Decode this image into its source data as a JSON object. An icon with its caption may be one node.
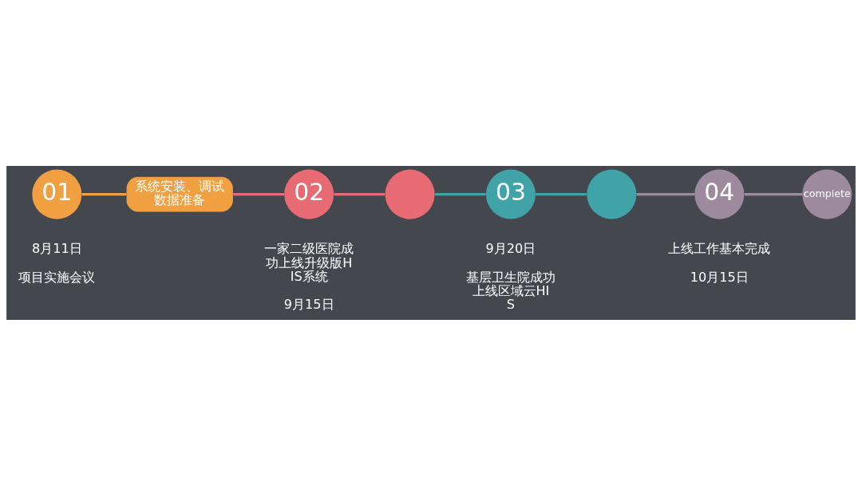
{
  "diagram": {
    "nodes": [
      {
        "text": [
          "01"
        ],
        "beside": [
          "8月11日",
          "项目实施会议"
        ]
      },
      {
        "text": [
          "系统安装、调试数据准备"
        ]
      },
      {
        "text": [
          "02"
        ],
        "beside": [
          "一家二级医院成功上线升级版HIS系统",
          "9月15日"
        ]
      },
      {
        "text": [],
        "shape": "circle"
      },
      {
        "text": [
          "03"
        ],
        "beside": [
          "9月20日",
          "基层卫生院成功上线区域云HIS"
        ]
      },
      {
        "text": [],
        "shape": "circle"
      },
      {
        "text": [
          "04"
        ],
        "beside": [
          "上线工作基本完成",
          "10月15日"
        ]
      },
      {
        "text": [
          "complete"
        ]
      }
    ],
    "edges": [
      {
        "from": 0,
        "to": 1,
        "arrow": "none",
        "color": "#f0a040"
      },
      {
        "from": 1,
        "to": 2,
        "arrow": "none",
        "color": "#e86a72"
      },
      {
        "from": 2,
        "to": 3,
        "arrow": "none",
        "color": "#e86a72"
      },
      {
        "from": 3,
        "to": 4,
        "arrow": "none",
        "color": "#3fa3a8"
      },
      {
        "from": 4,
        "to": 5,
        "arrow": "none",
        "color": "#3fa3a8"
      },
      {
        "from": 5,
        "to": 6,
        "arrow": "none",
        "color": "#9d8a9f"
      },
      {
        "from": 6,
        "to": 7,
        "arrow": "none",
        "color": "#9d8a9f"
      }
    ]
  }
}
